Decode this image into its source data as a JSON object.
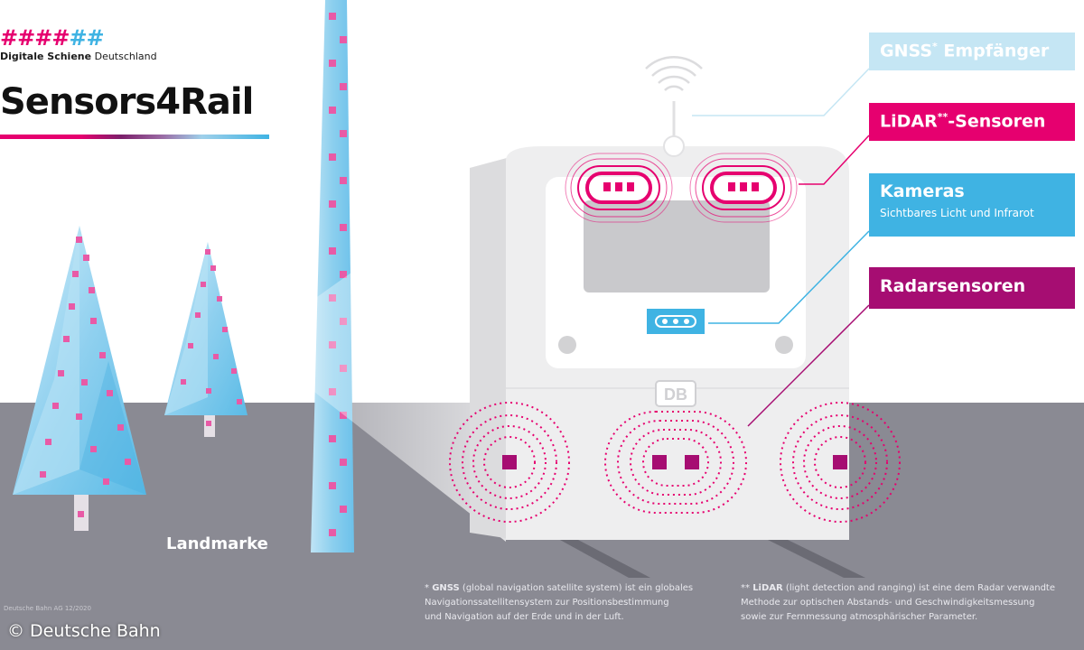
{
  "brand": {
    "hash_marks": "####",
    "hash_marks_light": "##",
    "name_bold": "Digitale Schiene",
    "name_regular": "Deutschland"
  },
  "title": "Sensors4Rail",
  "train_logo": "DB",
  "callouts": {
    "gnss": {
      "label": "GNSS",
      "sup": "*",
      "label_rest": " Empfänger"
    },
    "lidar": {
      "label": "LiDAR",
      "sup": "**",
      "label_rest": "-Sensoren"
    },
    "cameras": {
      "label": "Kameras",
      "sub": "Sichtbares Licht und Infrarot"
    },
    "radar": {
      "label": "Radarsensoren"
    }
  },
  "landmark_label": "Landmarke",
  "footnotes": {
    "gnss": {
      "marker": "* ",
      "term": "GNSS",
      "line1": " (global navigation satellite system) ist ein globales",
      "line2": "Navigationssatellitensystem zur Positionsbestimmung",
      "line3": "und Navigation auf der Erde und in der Luft."
    },
    "lidar": {
      "marker": "** ",
      "term": "LiDAR",
      "line1": " (light detection and ranging) ist eine dem Radar verwandte",
      "line2": "Methode zur optischen Abstands- und Geschwindigkeitsmessung",
      "line3": "sowie zur Fernmessung atmosphärischer Parameter."
    }
  },
  "small_credit": "Deutsche Bahn AG 12/2020",
  "copyright": "© Deutsche Bahn",
  "colors": {
    "magenta": "#e6006f",
    "purple": "#a60d72",
    "cyan": "#3fb3e3",
    "light_cyan": "#c5e6f4",
    "ground": "#8a8a93",
    "train": "#eeeeef"
  }
}
